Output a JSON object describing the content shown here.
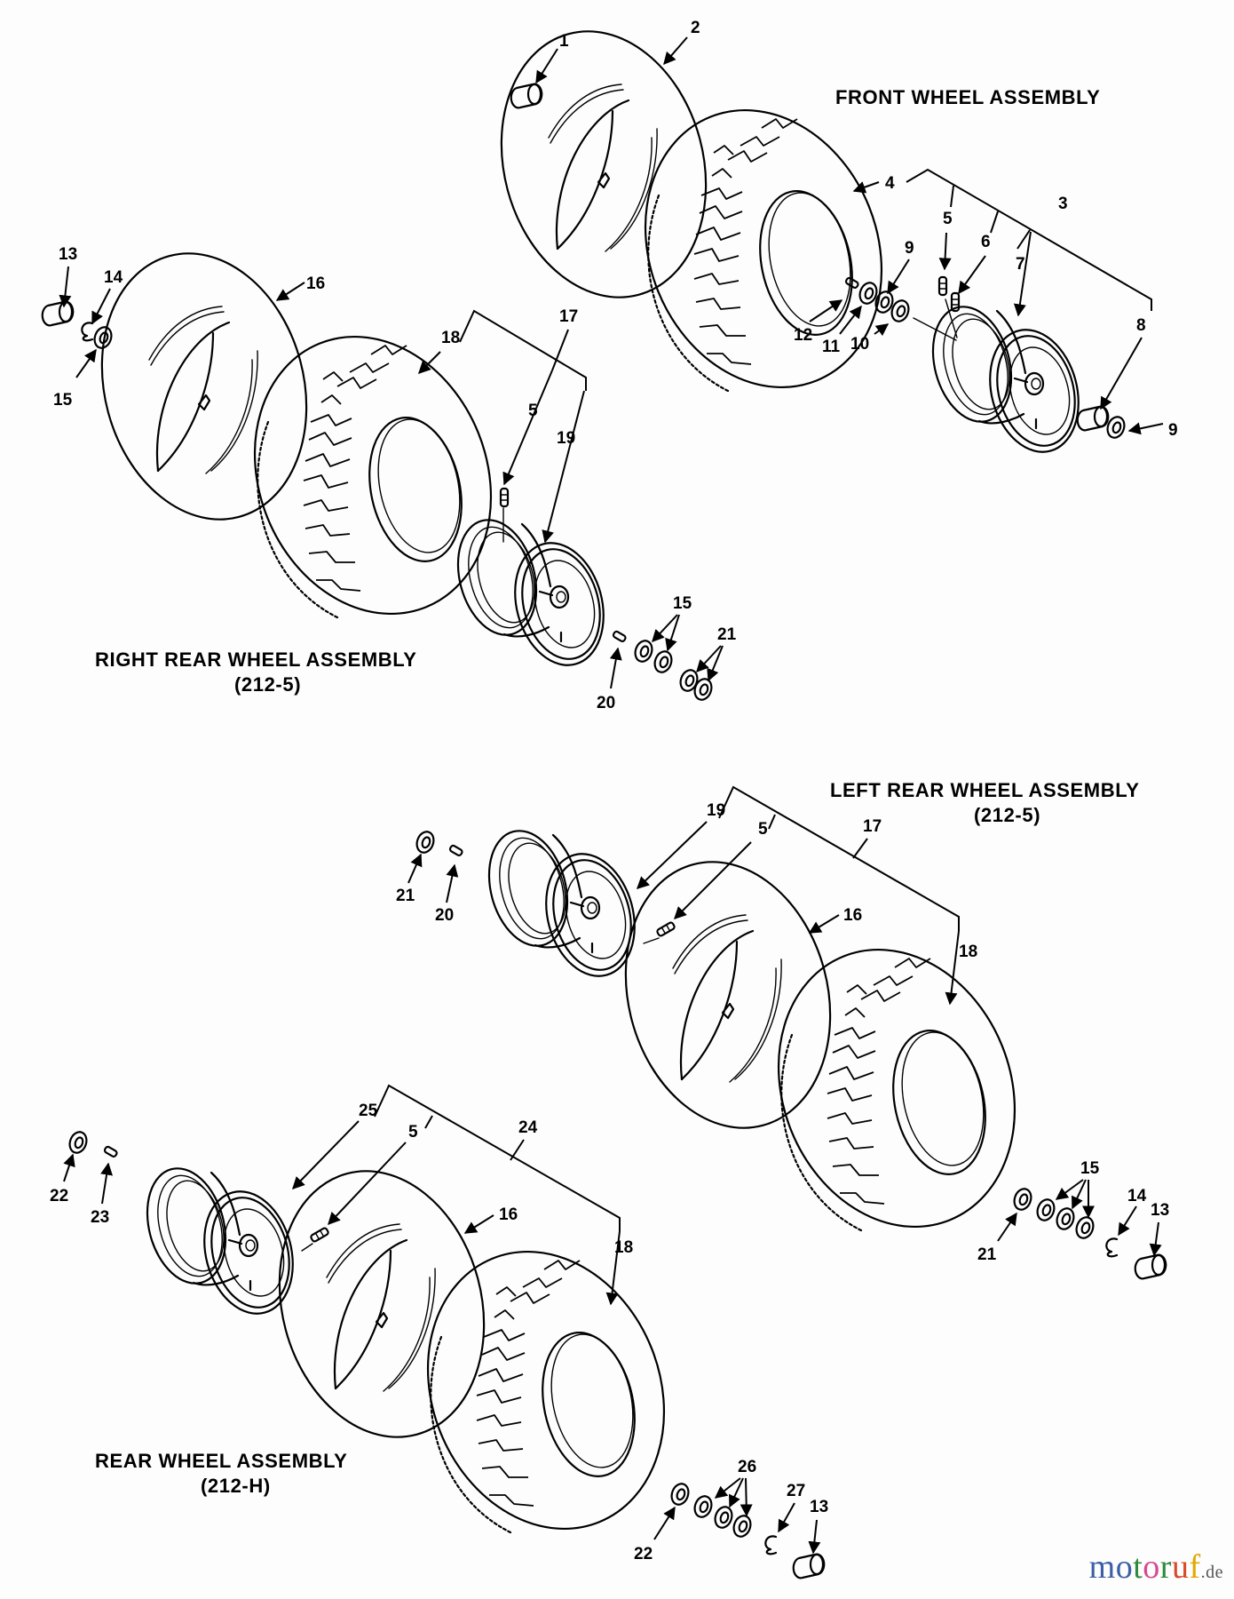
{
  "titles": {
    "front": "FRONT WHEEL ASSEMBLY",
    "right_rear": "RIGHT REAR WHEEL ASSEMBLY",
    "right_rear_code": "(212-5)",
    "left_rear": "LEFT REAR WHEEL ASSEMBLY",
    "left_rear_code": "(212-5)",
    "rear": "REAR WHEEL ASSEMBLY",
    "rear_code": "(212-H)"
  },
  "callouts": {
    "front": [
      "1",
      "2",
      "4",
      "5",
      "6",
      "3",
      "7",
      "9",
      "12",
      "11",
      "10",
      "8",
      "9"
    ],
    "right_rear": [
      "13",
      "14",
      "16",
      "15",
      "18",
      "17",
      "5",
      "19",
      "15",
      "21",
      "20"
    ],
    "left_rear": [
      "19",
      "17",
      "5",
      "21",
      "20",
      "16",
      "18",
      "15",
      "14",
      "13",
      "21"
    ],
    "rear": [
      "25",
      "5",
      "24",
      "22",
      "23",
      "16",
      "18",
      "26",
      "27",
      "13",
      "22"
    ]
  },
  "watermark": {
    "letters": [
      "m",
      "o",
      "t",
      "o",
      "r",
      "u",
      "f"
    ],
    "colors": [
      "#3b5fa8",
      "#3b5fa8",
      "#2e8b3e",
      "#d94a8c",
      "#2e8b3e",
      "#d94a2a",
      "#e0a800"
    ],
    "tld": ".de"
  }
}
